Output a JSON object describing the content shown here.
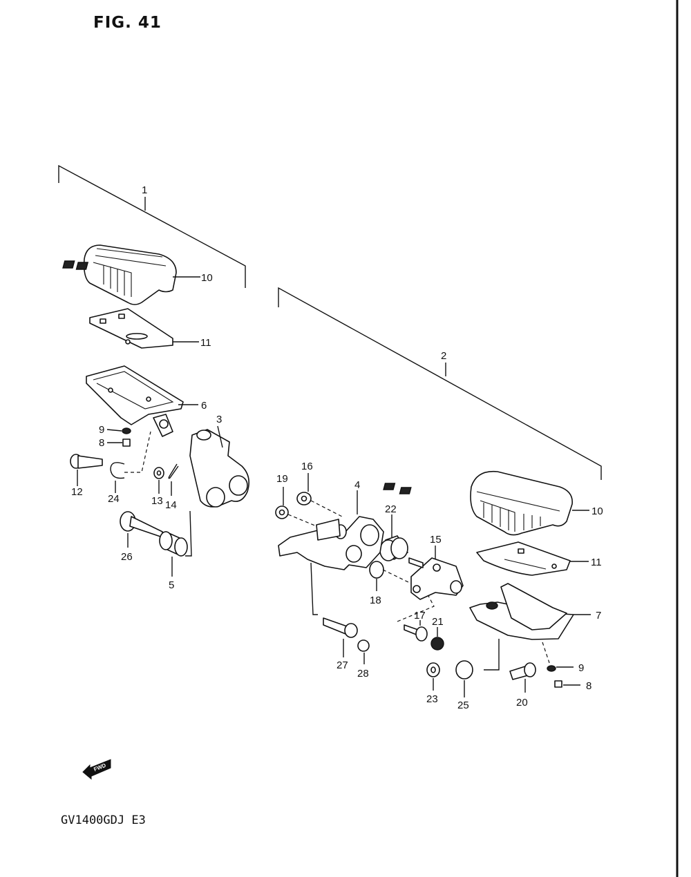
{
  "figure": {
    "title": "FIG. 41",
    "model_code": "GV1400GDJ E3",
    "fwd_label": "FWD"
  },
  "callouts": [
    {
      "id": "c1",
      "label": "1"
    },
    {
      "id": "c2",
      "label": "2"
    },
    {
      "id": "c3",
      "label": "3"
    },
    {
      "id": "c4",
      "label": "4"
    },
    {
      "id": "c5",
      "label": "5"
    },
    {
      "id": "c6",
      "label": "6"
    },
    {
      "id": "c7",
      "label": "7"
    },
    {
      "id": "c8a",
      "label": "8"
    },
    {
      "id": "c8b",
      "label": "8"
    },
    {
      "id": "c9a",
      "label": "9"
    },
    {
      "id": "c9b",
      "label": "9"
    },
    {
      "id": "c10a",
      "label": "10"
    },
    {
      "id": "c10b",
      "label": "10"
    },
    {
      "id": "c11a",
      "label": "11"
    },
    {
      "id": "c11b",
      "label": "11"
    },
    {
      "id": "c12",
      "label": "12"
    },
    {
      "id": "c13",
      "label": "13"
    },
    {
      "id": "c14",
      "label": "14"
    },
    {
      "id": "c15",
      "label": "15"
    },
    {
      "id": "c16",
      "label": "16"
    },
    {
      "id": "c17",
      "label": "17"
    },
    {
      "id": "c18",
      "label": "18"
    },
    {
      "id": "c19",
      "label": "19"
    },
    {
      "id": "c20",
      "label": "20"
    },
    {
      "id": "c21",
      "label": "21"
    },
    {
      "id": "c22",
      "label": "22"
    },
    {
      "id": "c23",
      "label": "23"
    },
    {
      "id": "c24",
      "label": "24"
    },
    {
      "id": "c25",
      "label": "25"
    },
    {
      "id": "c26",
      "label": "26"
    },
    {
      "id": "c27",
      "label": "27"
    },
    {
      "id": "c28",
      "label": "28"
    }
  ]
}
